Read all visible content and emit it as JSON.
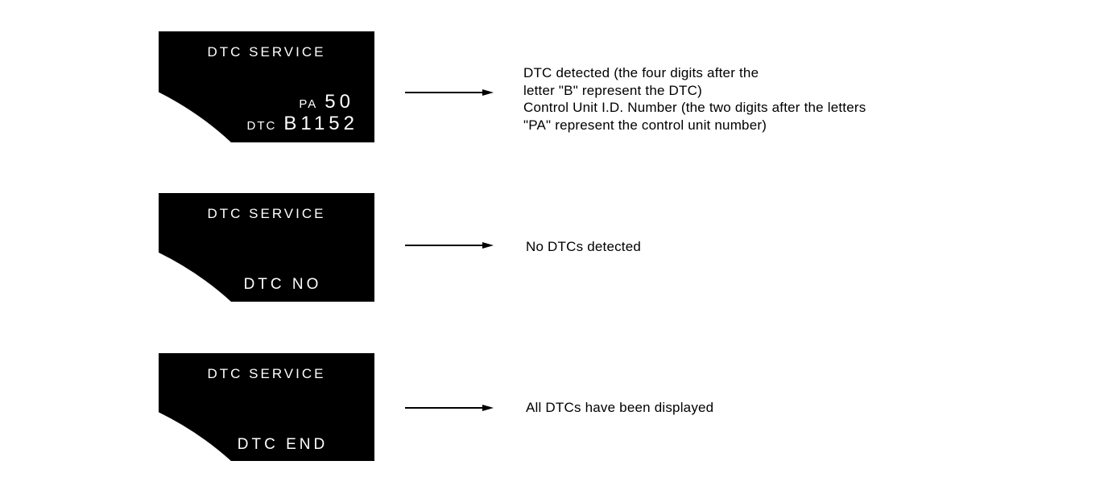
{
  "colors": {
    "background": "#ffffff",
    "screen_background": "#000000",
    "screen_text": "#ffffff",
    "annotation_text": "#000000",
    "arrow": "#000000"
  },
  "screens": [
    {
      "title": "DTC SERVICE",
      "id_label": "PA",
      "id_value": "50",
      "code_label": "DTC",
      "code_value": "B1152"
    },
    {
      "title": "DTC SERVICE",
      "display_text": "DTC NO"
    },
    {
      "title": "DTC SERVICE",
      "display_text": "DTC END"
    }
  ],
  "annotations": [
    {
      "lines": [
        "DTC detected (the four digits after the",
        "letter \"B\" represent the DTC)",
        "Control Unit I.D. Number (the two digits after the letters",
        "\"PA\" represent the control unit number)"
      ]
    },
    {
      "lines": [
        "No DTCs detected"
      ]
    },
    {
      "lines": [
        "All DTCs have been displayed"
      ]
    }
  ]
}
